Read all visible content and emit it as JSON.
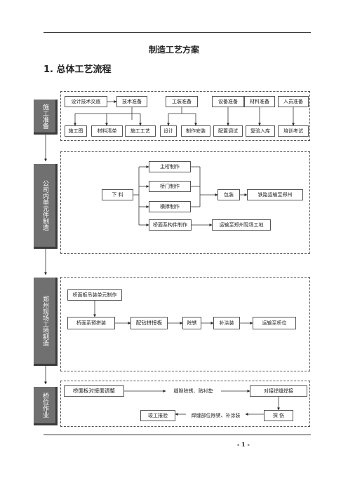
{
  "title": "制造工艺方案",
  "section": "1.  总体工艺流程",
  "page_number": "- 1 -",
  "stages": [
    {
      "label": "施工准备"
    },
    {
      "label": "公司内单元件制造"
    },
    {
      "label": "郑州现场工地制造"
    },
    {
      "label": "桥位作业"
    }
  ],
  "prep": {
    "top": [
      "设计技术交底",
      "技术准备",
      "工装准备",
      "设备准备",
      "材料准备",
      "人员准备"
    ],
    "bottom": [
      "施工图",
      "材料清单",
      "施工工艺",
      "设计",
      "制作安装",
      "配置调试",
      "复验入库",
      "培训考试"
    ]
  },
  "factory": {
    "start": "下  料",
    "branches": [
      "主桁制作",
      "桥门制作",
      "横撑制作",
      "桥面系构件制作"
    ],
    "pack": "包装",
    "rail": "铁路运输至郑州",
    "road": "运输至郑州现场工地"
  },
  "site": {
    "unit": "桥面板吊装单元制作",
    "assemble": "桥面系预拼装",
    "plate": "配钻拼接板",
    "rust": "除锈",
    "paint": "补涂装",
    "transport": "运输至桥位"
  },
  "bridge": {
    "adjust": "桥面板对接面调整",
    "clean": "缝隙除锈、贴衬垫",
    "weld": "对接焊缝焊接",
    "inspect": "探  伤",
    "repaint": "焊缝部位除锈、补涂装",
    "accept": "竣工报验"
  }
}
